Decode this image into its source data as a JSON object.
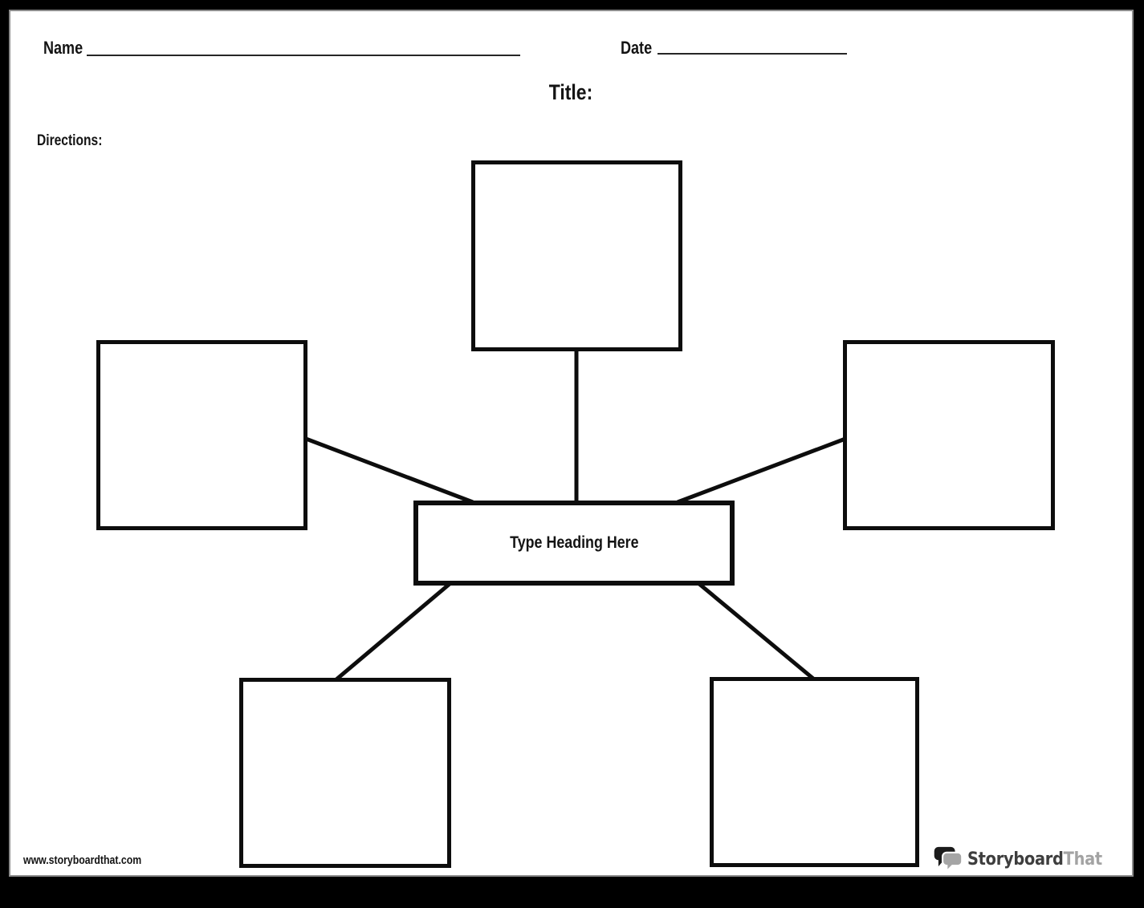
{
  "header": {
    "name_label": "Name",
    "date_label": "Date",
    "title_label": "Title:",
    "directions_label": "Directions:"
  },
  "spider_map": {
    "center_heading": "Type Heading Here",
    "cell_count": 5,
    "cells": [
      "top",
      "left",
      "right",
      "bottom-left",
      "bottom-right"
    ]
  },
  "footer": {
    "website_url": "www.storyboardthat.com",
    "logo_text_primary": "Storyboard",
    "logo_text_secondary": "That"
  },
  "colors": {
    "ink": "#141414",
    "box_border": "#0d0d0d",
    "page_background": "#ffffff",
    "frame_background": "#000000",
    "page_edge_gray": "#8c8c8c",
    "logo_dark": "#3e3e3e",
    "logo_gray": "#a3a3a3"
  }
}
